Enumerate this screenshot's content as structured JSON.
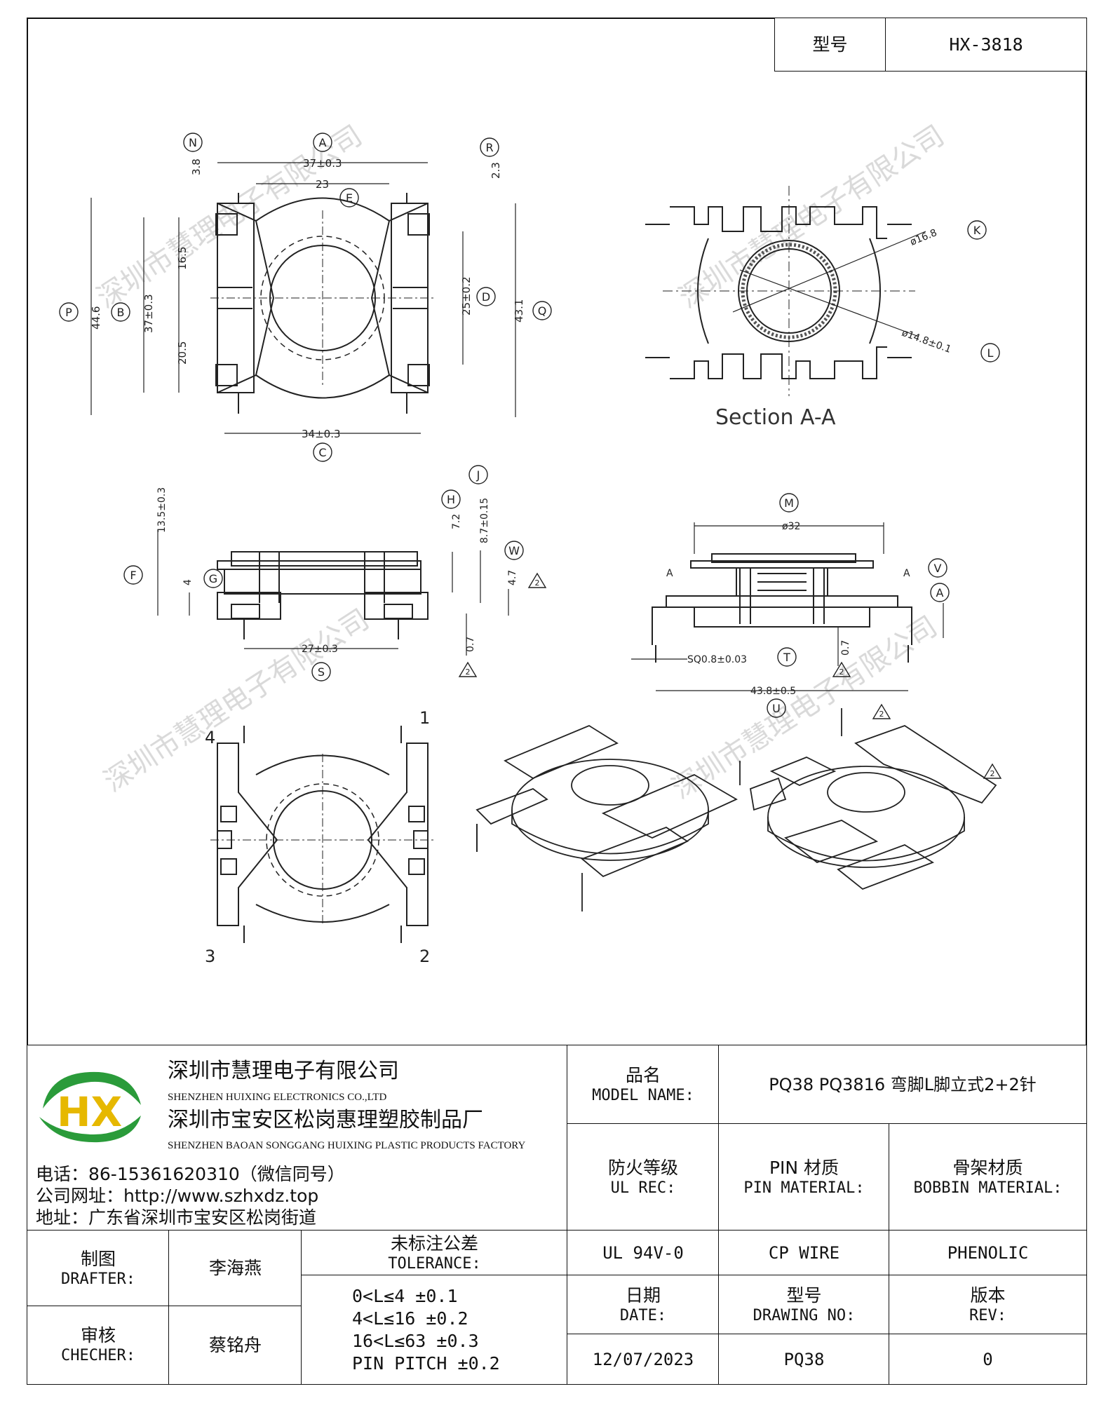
{
  "header": {
    "type_label": "型号",
    "type_value": "HX-3818"
  },
  "watermark": "深圳市慧理电子有限公司",
  "drawing": {
    "top_view": {
      "labels": [
        "N",
        "A",
        "R",
        "E",
        "P",
        "B",
        "D",
        "Q",
        "C"
      ],
      "dims": {
        "a": "37±0.3",
        "e": "23",
        "n": "3.8",
        "r": "2.3",
        "p": "44.6",
        "b": "37±0.3",
        "upper": "16.5",
        "lower": "20.5",
        "d": "25±0.2",
        "q": "43.1",
        "c": "34±0.3"
      }
    },
    "section": {
      "title": "Section   A-A",
      "k_label": "K",
      "l_label": "L",
      "k_dim": "ø16.8",
      "l_dim": "ø14.8±0.1"
    },
    "side_view": {
      "labels": [
        "J",
        "H",
        "F",
        "G",
        "W",
        "S"
      ],
      "dims": {
        "f": "13.5±0.3",
        "g": "4",
        "h": "7.2",
        "j": "8.7±0.15",
        "w": "4.7",
        "s": "27±0.3",
        "low": "0.7"
      },
      "warn": "2"
    },
    "front_view": {
      "labels": [
        "M",
        "V",
        "A",
        "T",
        "U"
      ],
      "dims": {
        "m": "ø32",
        "sq": "SQ0.8±0.03",
        "t": "43.8±0.5",
        "low": "0.7"
      },
      "section_mark": "A",
      "warn": "2"
    },
    "bottom_view": {
      "pins": [
        "1",
        "2",
        "3",
        "4"
      ]
    }
  },
  "company": {
    "logo_text": "HX",
    "name_cn": "深圳市慧理电子有限公司",
    "name_en": "SHENZHEN HUIXING ELECTRONICS CO.,LTD",
    "factory_cn": "深圳市宝安区松岗惠理塑胶制品厂",
    "factory_en": "SHENZHEN BAOAN SONGGANG HUIXING PLASTIC PRODUCTS FACTORY",
    "phone": "电话：86-15361620310（微信同号）",
    "website": "公司网址：http://www.szhxdz.top",
    "address": "地址：广东省深圳市宝安区松岗街道"
  },
  "title_block": {
    "model_name_cn": "品名",
    "model_name_en": "MODEL NAME:",
    "model_name_value": "PQ38 PQ3816 弯脚L脚立式2+2针",
    "ul_cn": "防火等级",
    "ul_en": "UL REC:",
    "pin_cn": "PIN 材质",
    "pin_en": "PIN MATERIAL:",
    "bobbin_cn": "骨架材质",
    "bobbin_en": "BOBBIN MATERIAL:",
    "ul_value": "UL 94V-0",
    "pin_value": "CP WIRE",
    "bobbin_value": "PHENOLIC",
    "date_cn": "日期",
    "date_en": "DATE:",
    "drawing_no_cn": "型号",
    "drawing_no_en": "DRAWING NO:",
    "rev_cn": "版本",
    "rev_en": "REV:",
    "date_value": "12/07/2023",
    "drawing_no_value": "PQ38",
    "rev_value": "0",
    "drafter_cn": "制图",
    "drafter_en": "DRAFTER:",
    "drafter_name": "李海燕",
    "checker_cn": "审核",
    "checker_en": "CHECHER:",
    "checker_name": "蔡铭舟",
    "tolerance_cn": "未标注公差",
    "tolerance_en": "TOLERANCE:",
    "tolerances": [
      "0<L≤4   ±0.1",
      "4<L≤16  ±0.2",
      "16<L≤63 ±0.3",
      "PIN PITCH ±0.2"
    ]
  }
}
